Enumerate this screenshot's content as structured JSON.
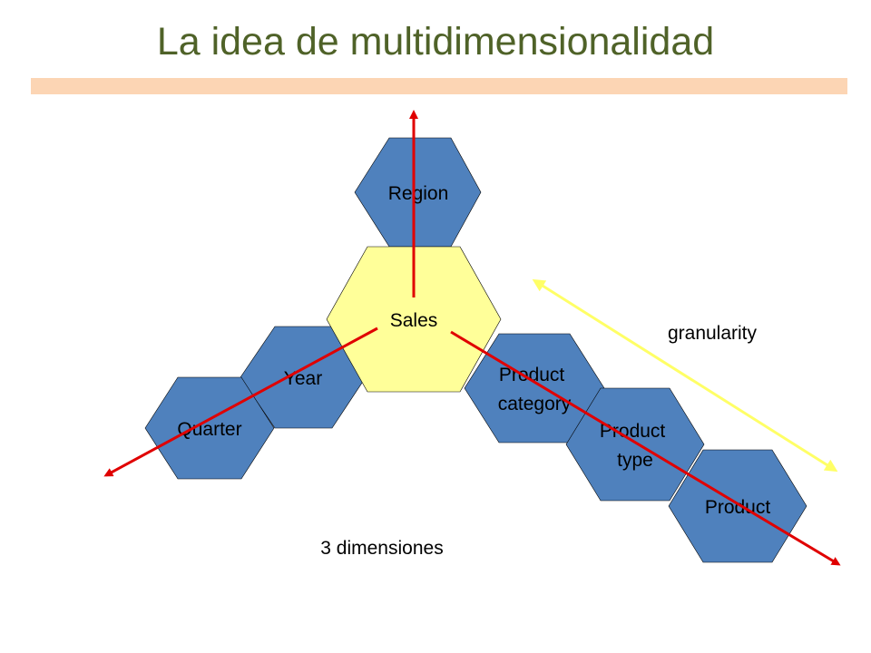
{
  "slide": {
    "title": "La idea de multidimensionalidad"
  },
  "colors": {
    "title": "#4f6228",
    "title_bar": "#fcd5b4",
    "dimension_hex": "#4f81bd",
    "fact_hex": "#ffff99",
    "axis_arrow": "#e00000",
    "granularity_arrow": "#ffff66"
  },
  "nodes": {
    "region": "Region",
    "sales": "Sales",
    "year": "Year",
    "quarter": "Quarter",
    "product_category": [
      "Product",
      "category"
    ],
    "product_type": [
      "Product",
      "type"
    ],
    "product": "Product"
  },
  "labels": {
    "granularity": "granularity",
    "dimensions": "3 dimensiones"
  }
}
